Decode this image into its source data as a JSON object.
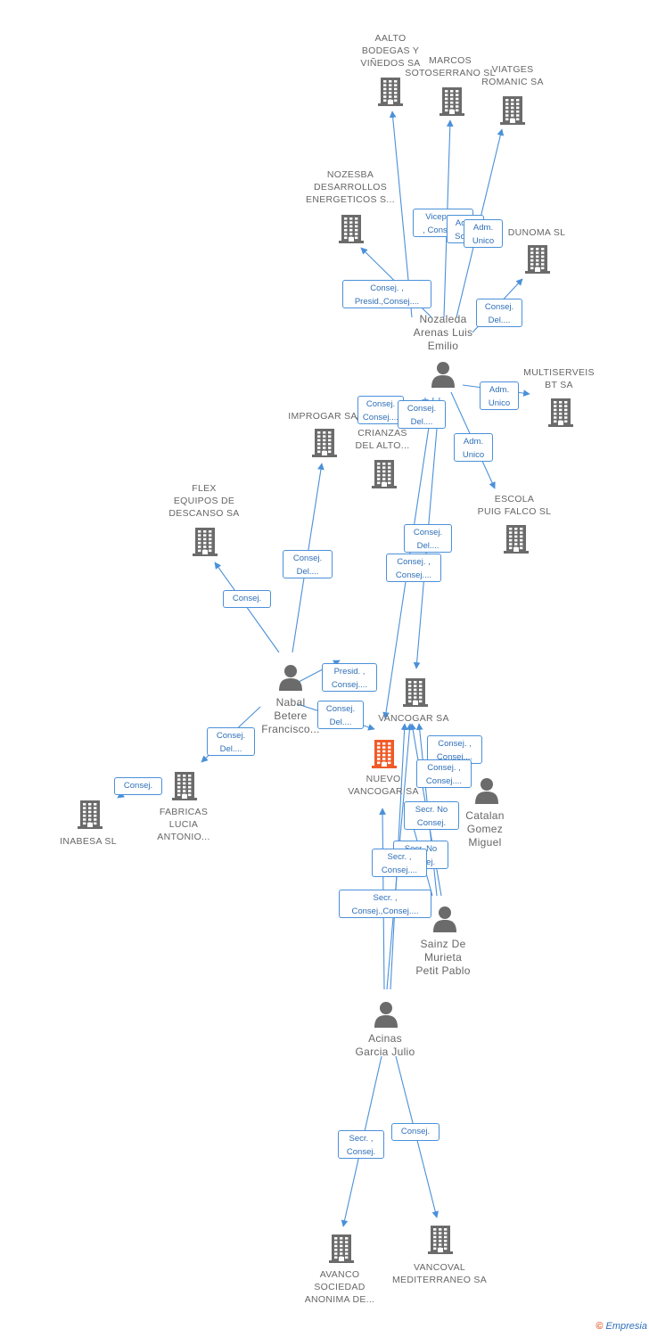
{
  "colors": {
    "edge": "#4a90d9",
    "building": "#6b6b6b",
    "highlight": "#f05a28",
    "person": "#6b6b6b"
  },
  "footer": {
    "copyright": "©",
    "brand": "Empresia"
  },
  "nodes": [
    {
      "id": "aalto",
      "type": "company",
      "label": "AALTO\nBODEGAS Y\nVIÑEDOS SA"
    },
    {
      "id": "marcos",
      "type": "company",
      "label": "MARCOS\nSOTOSERRANO SL"
    },
    {
      "id": "viatges",
      "type": "company",
      "label": "VIATGES\nROMANIC SA"
    },
    {
      "id": "nozesba",
      "type": "company",
      "label": "NOZESBA\nDESARROLLOS\nENERGETICOS S..."
    },
    {
      "id": "dunoma",
      "type": "company",
      "label": "DUNOMA SL"
    },
    {
      "id": "nozaleda",
      "type": "person",
      "label": "Nozaleda\nArenas Luis\nEmilio"
    },
    {
      "id": "multiserveis",
      "type": "company",
      "label": "MULTISERVEIS\nBT SA"
    },
    {
      "id": "improgar",
      "type": "company",
      "label": "IMPROGAR SA"
    },
    {
      "id": "vinedos",
      "type": "company",
      "label": "VIÑEDOS Y\nCRIANZAS\nDEL ALTO..."
    },
    {
      "id": "escola",
      "type": "company",
      "label": "ESCOLA\nPUIG FALCO SL"
    },
    {
      "id": "flex",
      "type": "company",
      "label": "FLEX\nEQUIPOS DE\nDESCANSO SA"
    },
    {
      "id": "nabal",
      "type": "person",
      "label": "Nabal\nBetere\nFrancisco..."
    },
    {
      "id": "vancogar",
      "type": "company",
      "label": "VANCOGAR SA"
    },
    {
      "id": "nuevo",
      "type": "company",
      "label": "NUEVO\nVANCOGAR SA",
      "highlight": true
    },
    {
      "id": "catalan",
      "type": "person",
      "label": "Catalan\nGomez\nMiguel"
    },
    {
      "id": "fabricas",
      "type": "company",
      "label": "FABRICAS\nLUCIA\nANTONIO..."
    },
    {
      "id": "inabesa",
      "type": "company",
      "label": "INABESA SL"
    },
    {
      "id": "sainz",
      "type": "person",
      "label": "Sainz De\nMurieta\nPetit Pablo"
    },
    {
      "id": "acinas",
      "type": "person",
      "label": "Acinas\nGarcia Julio"
    },
    {
      "id": "avanco",
      "type": "company",
      "label": "AVANCO\nSOCIEDAD\nANONIMA DE..."
    },
    {
      "id": "vancoval",
      "type": "company",
      "label": "VANCOVAL\nMEDITERRANEO SA"
    }
  ],
  "edge_labels": [
    {
      "text": "Vicepres.\n, Consej...."
    },
    {
      "text": "Adm.\nSolid."
    },
    {
      "text": "Adm.\nUnico"
    },
    {
      "text": "Consej. ,\nPresid.,Consej...."
    },
    {
      "text": "Consej.\nDel...."
    },
    {
      "text": "Adm.\nUnico"
    },
    {
      "text": "Consej.\nConsej...."
    },
    {
      "text": "Consej.\nDel...."
    },
    {
      "text": "Adm.\nUnico"
    },
    {
      "text": "Consej.\nDel...."
    },
    {
      "text": "Consej. ,\nConsej...."
    },
    {
      "text": "Consej.\nDel...."
    },
    {
      "text": "Consej."
    },
    {
      "text": "Presid. ,\nConsej...."
    },
    {
      "text": "Consej.\nDel...."
    },
    {
      "text": "Consej.\nDel...."
    },
    {
      "text": "Consej."
    },
    {
      "text": "Consej. ,\nConsej...."
    },
    {
      "text": "Consej. ,\nConsej...."
    },
    {
      "text": "Secr.  No\nConsej."
    },
    {
      "text": "Secr.  No\nConsej."
    },
    {
      "text": "Secr. ,\nConsej...."
    },
    {
      "text": "Secr. ,\nConsej.,Consej...."
    },
    {
      "text": "Secr. ,\nConsej."
    },
    {
      "text": "Consej."
    }
  ]
}
